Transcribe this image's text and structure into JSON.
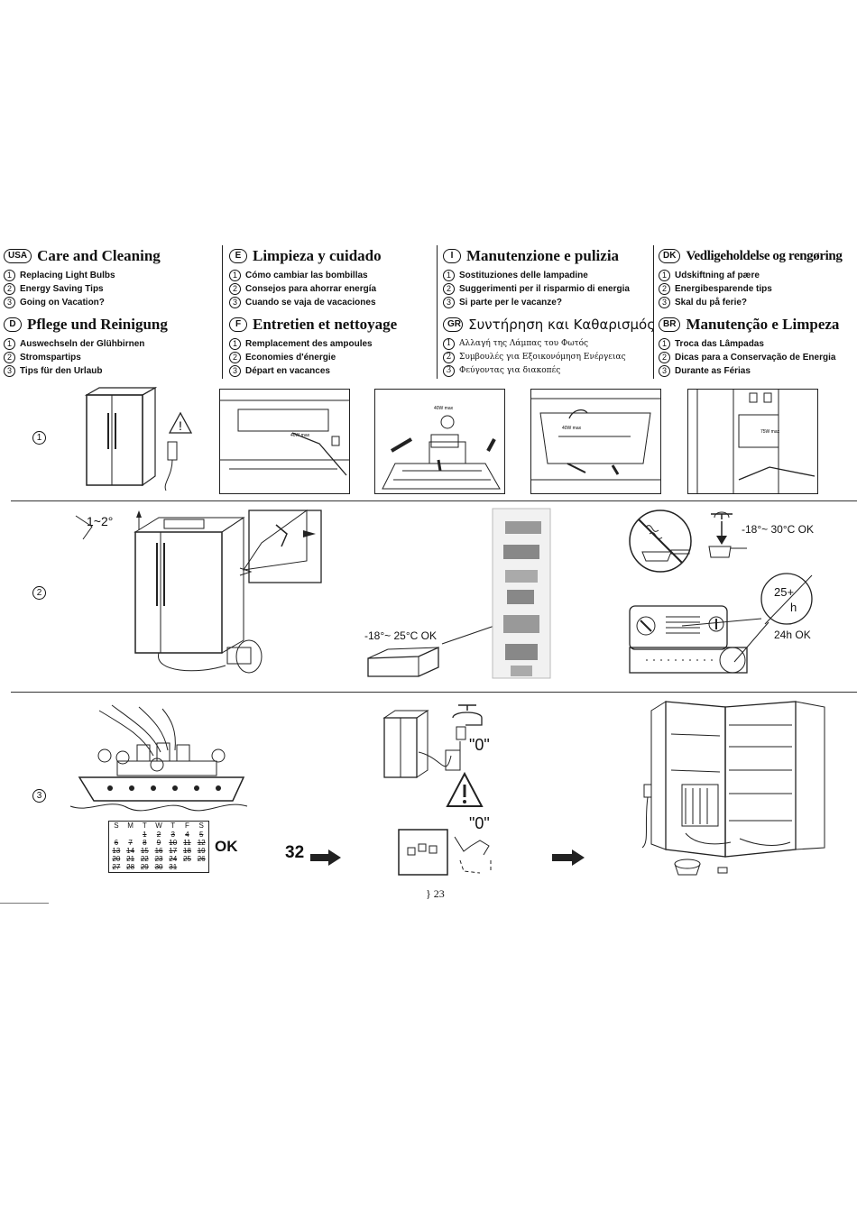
{
  "sections": [
    {
      "badge": "USA",
      "title": "Care and Cleaning",
      "items": [
        "Replacing Light Bulbs",
        "Energy Saving Tips",
        "Going on Vacation?"
      ]
    },
    {
      "badge": "E",
      "title": "Limpieza y cuidado",
      "items": [
        "Cómo cambiar las bombillas",
        "Consejos para ahorrar energía",
        "Cuando se vaja de vacaciones"
      ]
    },
    {
      "badge": "I",
      "title": "Manutenzione e pulizia",
      "items": [
        "Sostituziones delle lampadine",
        "Suggerimenti per il risparmio di energia",
        "Si parte per le vacanze?"
      ]
    },
    {
      "badge": "DK",
      "title": "Vedligeholdelse og rengøring",
      "items": [
        "Udskiftning af pære",
        "Energibesparende tips",
        "Skal du på ferie?"
      ]
    },
    {
      "badge": "D",
      "title": "Pflege und Reinigung",
      "items": [
        "Auswechseln der Glühbirnen",
        "Stromspartips",
        "Tips für den Urlaub"
      ]
    },
    {
      "badge": "F",
      "title": "Entretien et nettoyage",
      "items": [
        "Remplacement des ampoules",
        "Economies d'énergie",
        "Départ en vacances"
      ]
    },
    {
      "badge": "GR",
      "title": "Συντήρηση και Καθαρισμός",
      "items": [
        "Αλλαγή της Λάμπας του Φωτός",
        "Συμβουλές για Εξοικονόμηση Ενέργειας",
        "Φεύγοντας για διακοπές"
      ]
    },
    {
      "badge": "BR",
      "title": "Manutenção e Limpeza",
      "items": [
        "Troca das Lâmpadas",
        "Dicas para a Conservação de Energia",
        "Durante as Férias"
      ]
    }
  ],
  "item_numbers": [
    "1",
    "2",
    "3"
  ],
  "rows": [
    "1",
    "2",
    "3"
  ],
  "labels": {
    "tilt": "1~2°",
    "temp_storage": "-18°~ 25°C OK",
    "temp_ok": "-18°~ 30°C OK",
    "wait_top": "25+",
    "wait_h": "h",
    "wait_ok": "24h OK",
    "zero1": "\"0\"",
    "zero2": "\"0\"",
    "ok": "OK",
    "page_ref": "32",
    "page_number": "} 23",
    "bulb_40w": "40W max",
    "bulb_75w": "75W max"
  },
  "calendar": {
    "days": [
      "S",
      "M",
      "T",
      "W",
      "T",
      "F",
      "S"
    ],
    "weeks": [
      [
        "",
        "",
        "1",
        "2",
        "3",
        "4",
        "5"
      ],
      [
        "6",
        "7",
        "8",
        "9",
        "10",
        "11",
        "12"
      ],
      [
        "13",
        "14",
        "15",
        "16",
        "17",
        "18",
        "19"
      ],
      [
        "20",
        "21",
        "22",
        "23",
        "24",
        "25",
        "26"
      ],
      [
        "27",
        "28",
        "29",
        "30",
        "31",
        "",
        ""
      ]
    ]
  }
}
